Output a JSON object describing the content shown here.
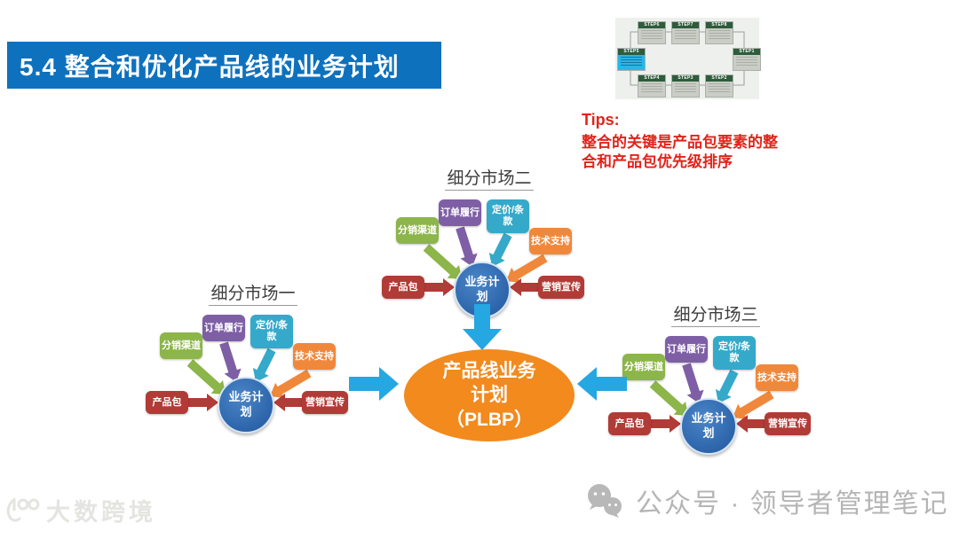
{
  "header": {
    "title": "5.4 整合和优化产品线的业务计划",
    "bg_color": "#0e71be"
  },
  "tips": {
    "label": "Tips:",
    "line1": "整合的关键是产品包要素的整",
    "line2": "合和产品包优先级排序",
    "color": "#e2231a"
  },
  "thumbnail": {
    "steps_top": [
      "STEP6",
      "STEP7",
      "STEP8"
    ],
    "step_right": "STEP1",
    "steps_bottom": [
      "STEP4",
      "STEP3",
      "STEP2"
    ],
    "step_left": "STEP5"
  },
  "segments": [
    {
      "title": "细分市场一"
    },
    {
      "title": "细分市场二"
    },
    {
      "title": "细分市场三"
    }
  ],
  "cluster": {
    "center_label": "业务计划",
    "items": [
      {
        "label": "订单履行",
        "color": "#7e5fa6"
      },
      {
        "label": "定价/条款",
        "color": "#35a9c9"
      },
      {
        "label": "分销渠道",
        "color": "#8cb54a"
      },
      {
        "label": "技术支持",
        "color": "#f0883c"
      },
      {
        "label": "产品包",
        "color": "#b13b36"
      },
      {
        "label": "营销宣传",
        "color": "#b13b36"
      }
    ]
  },
  "plbp": {
    "line1": "产品线业务",
    "line2": "计划",
    "line3": "（PLBP）",
    "color": "#f28a1e"
  },
  "big_arrow_color": "#25a7e2",
  "watermark": {
    "text": "大数跨境"
  },
  "footer": {
    "text": "公众号 · 领导者管理笔记"
  }
}
